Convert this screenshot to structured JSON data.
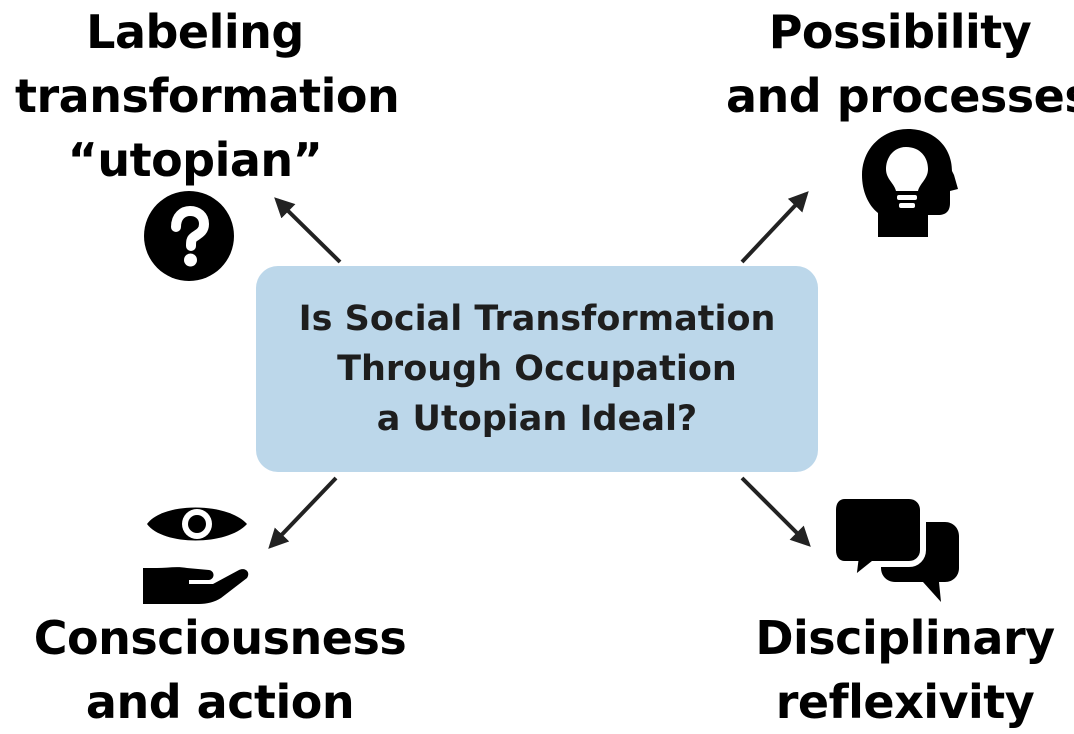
{
  "center": {
    "lines": [
      "Is Social Transformation",
      "Through Occupation",
      "a Utopian Ideal?"
    ],
    "color": "#bcd7ea"
  },
  "nodes": {
    "top_left": {
      "lines": [
        "Labeling",
        "transformation",
        "“utopian”"
      ],
      "icon": "question-circle-icon"
    },
    "top_right": {
      "lines": [
        "Possibility",
        "and processes"
      ],
      "icon": "lightbulb-head-icon"
    },
    "bottom_left": {
      "lines": [
        "Consciousness",
        "and action"
      ],
      "icon": "eye-hand-icon"
    },
    "bottom_right": {
      "lines": [
        "Disciplinary",
        "reflexivity"
      ],
      "icon": "speech-bubbles-icon"
    }
  }
}
